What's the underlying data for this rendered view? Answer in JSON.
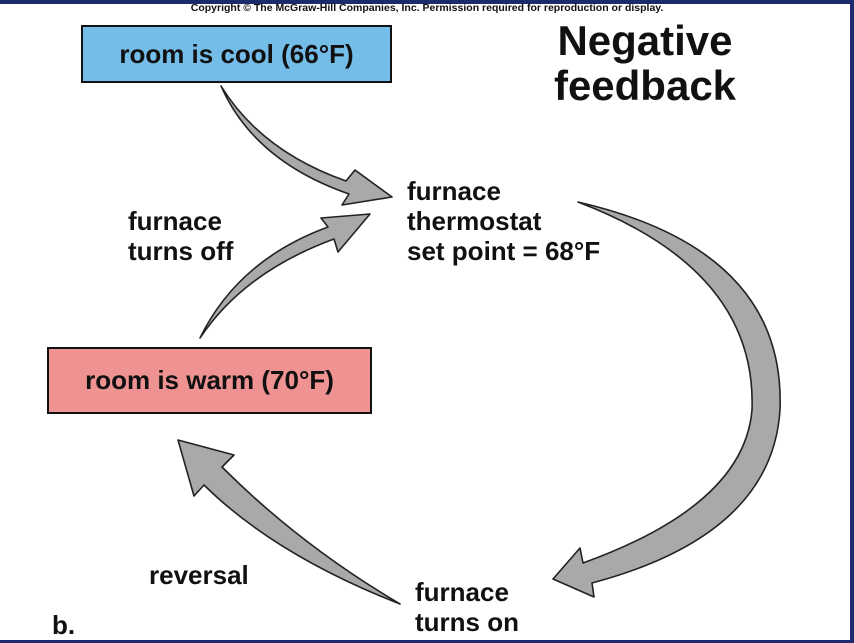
{
  "copyright": "Copyright © The McGraw-Hill Companies, Inc. Permission required for reproduction or display.",
  "title": [
    "Negative",
    "feedback"
  ],
  "boxes": {
    "cool": "room is cool (66°F)",
    "warm": "room is warm (70°F)"
  },
  "thermostat": [
    "furnace",
    "thermostat",
    "set point = 68°F"
  ],
  "labels": {
    "turns_off": [
      "furnace",
      "turns off"
    ],
    "turns_on": [
      "furnace",
      "turns on"
    ],
    "reversal": "reversal",
    "panel": "b."
  },
  "colors": {
    "cool_box": "#74bde9",
    "warm_box": "#ef9292",
    "arrow_fill": "#a9a9a9",
    "frame": "#1c2a6e"
  }
}
